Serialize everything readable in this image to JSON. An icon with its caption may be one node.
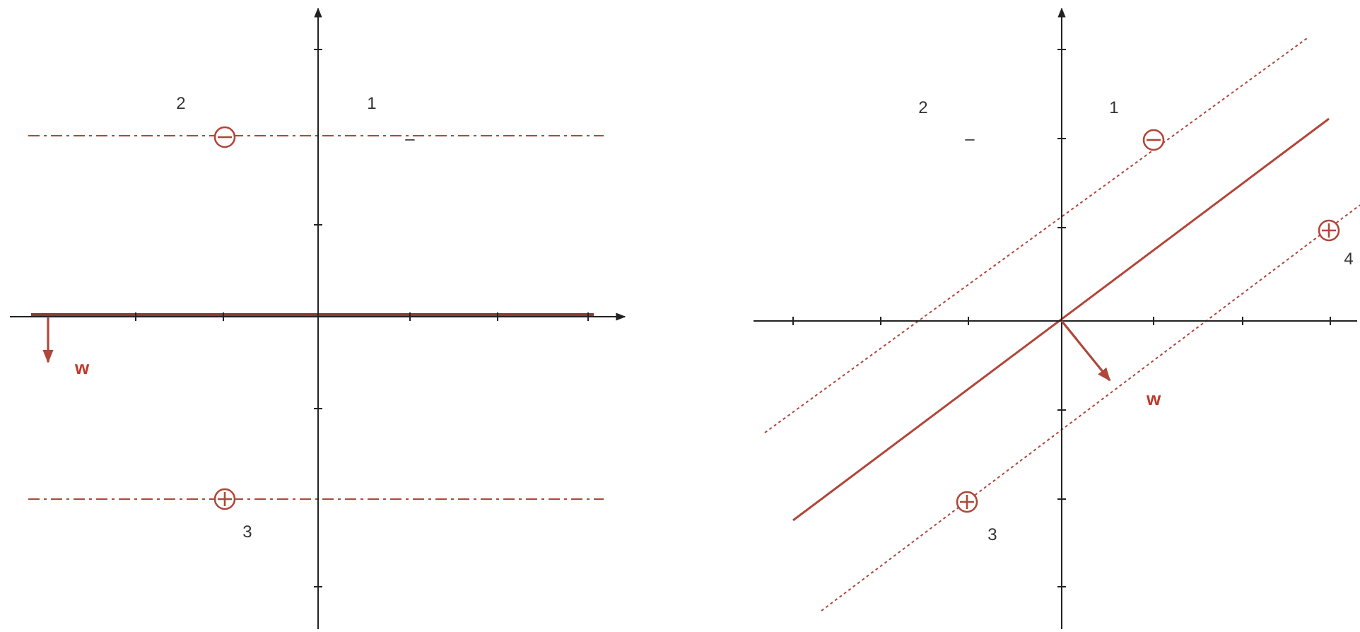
{
  "diagram": {
    "labels": [
      "2",
      "1",
      "–",
      "w",
      "3",
      "2",
      "1",
      "–",
      "4",
      "w",
      "3"
    ]
  }
}
